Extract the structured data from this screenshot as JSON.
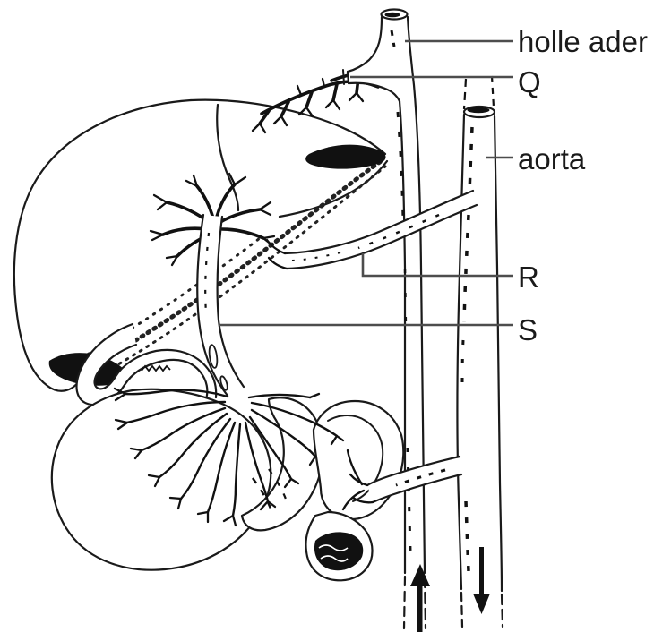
{
  "figure": {
    "description_visible_text_only": true,
    "labels": {
      "vena_cava": "holle ader",
      "hepatic_vein": "Q",
      "aorta": "aorta",
      "hepatic_artery": "R",
      "portal_vein": "S"
    },
    "flow_arrows": {
      "vena_cava_direction_icon": "arrow-up",
      "aorta_direction_icon": "arrow-down"
    },
    "colors": {
      "ink": "#1a1a1a",
      "leader_line": "#4d4d4d",
      "background": "#ffffff"
    }
  }
}
